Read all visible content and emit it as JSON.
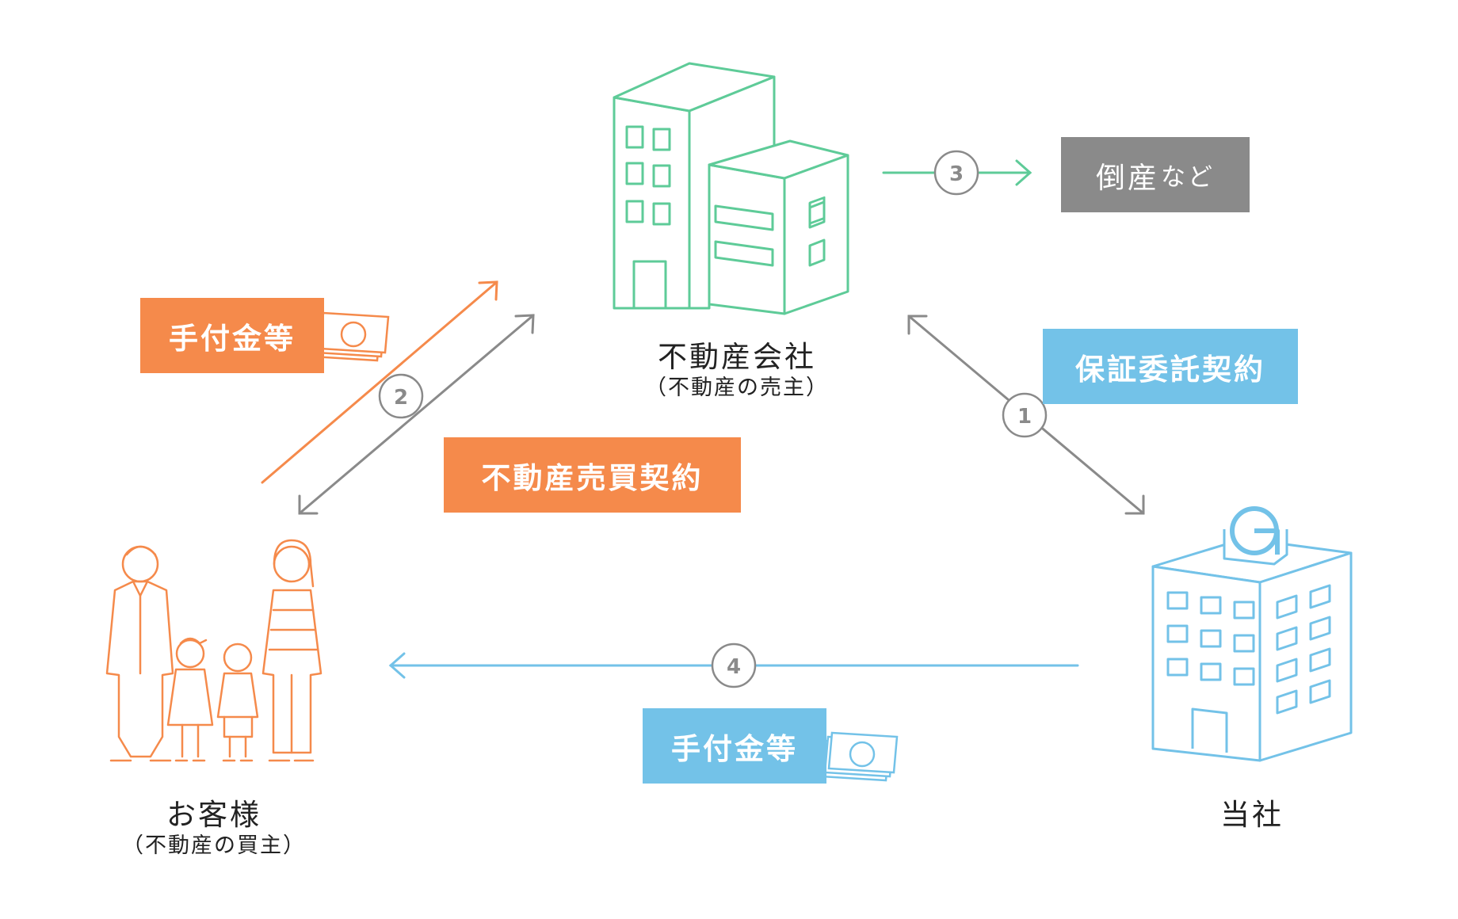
{
  "nodes": {
    "seller": {
      "name": "不動産会社",
      "sub": "（不動産の売主）"
    },
    "buyer": {
      "name": "お客様",
      "sub": "（不動産の買主）"
    },
    "company": {
      "name": "当社"
    }
  },
  "tags": {
    "deposit_top": "手付金等",
    "sales_contract": "不動産売買契約",
    "guarantee_contract": "保証委託契約",
    "bankruptcy_main": "倒産",
    "bankruptcy_suffix": "など",
    "deposit_bottom": "手付金等"
  },
  "steps": {
    "s1": "1",
    "s2": "2",
    "s3": "3",
    "s4": "4"
  },
  "colors": {
    "orange": "#f58a4b",
    "blue": "#73c2e8",
    "green": "#5ecb98",
    "gray": "#8a8a8a",
    "text": "#222222"
  },
  "icons": {
    "seller": "office-buildings-icon",
    "buyer": "family-icon",
    "company": "company-building-icon",
    "money": "banknote-stack-icon"
  }
}
